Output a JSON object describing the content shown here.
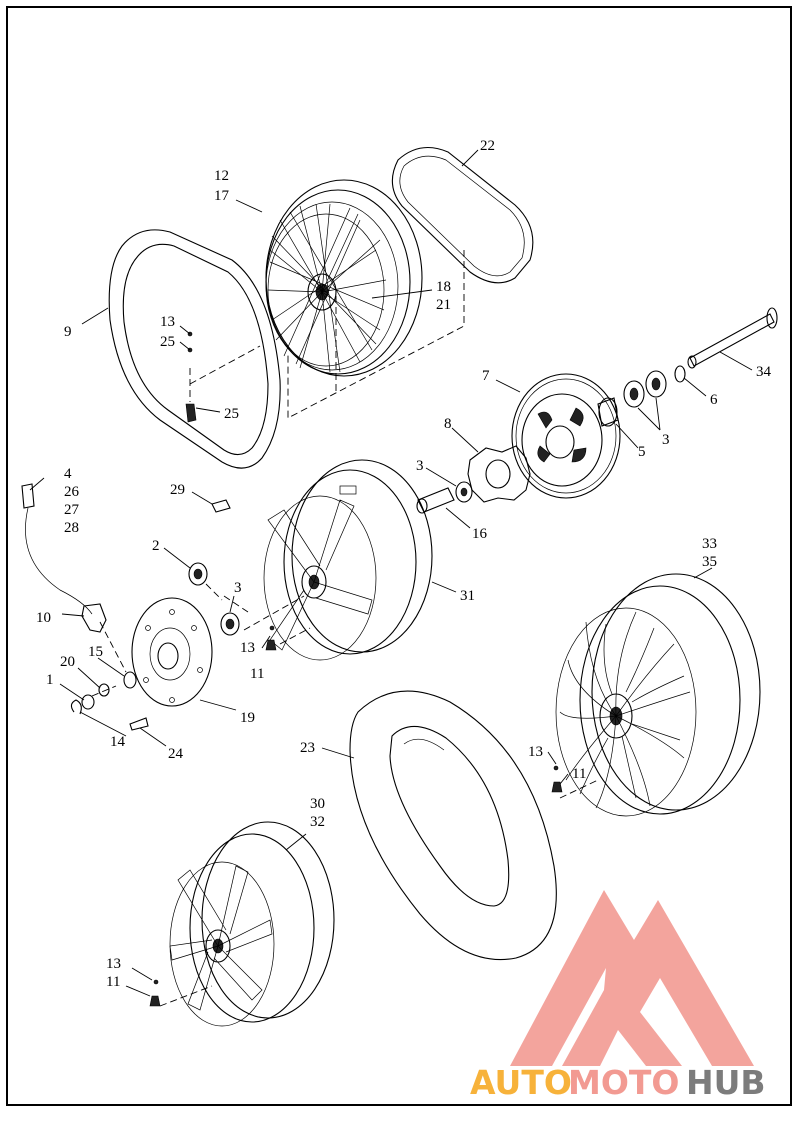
{
  "callouts": {
    "c22": "22",
    "c12": "12",
    "c17": "17",
    "c18": "18",
    "c21": "21",
    "c9": "9",
    "c13a": "13",
    "c25a": "25",
    "c25b": "25",
    "c34": "34",
    "c7": "7",
    "c6": "6",
    "c5": "5",
    "c3a": "3",
    "c8": "8",
    "c3b": "3",
    "c16": "16",
    "c4": "4",
    "c26": "26",
    "c27": "27",
    "c28": "28",
    "c29": "29",
    "c31": "31",
    "c2": "2",
    "c3c": "3",
    "c10": "10",
    "c13b": "13",
    "c11a": "11",
    "c33": "33",
    "c35": "35",
    "c20": "20",
    "c15": "15",
    "c1": "1",
    "c19": "19",
    "c14": "14",
    "c24": "24",
    "c23": "23",
    "c13c": "13",
    "c11b": "11",
    "c30": "30",
    "c32": "32",
    "c13d": "13",
    "c11c": "11"
  },
  "logo": {
    "part1": "AUTO",
    "part2": "MOTO",
    "part3": "HUB"
  },
  "colors": {
    "logo_red": "#f29a92",
    "logo_orange": "#f7b23a",
    "logo_gray": "#7c7c7c"
  }
}
